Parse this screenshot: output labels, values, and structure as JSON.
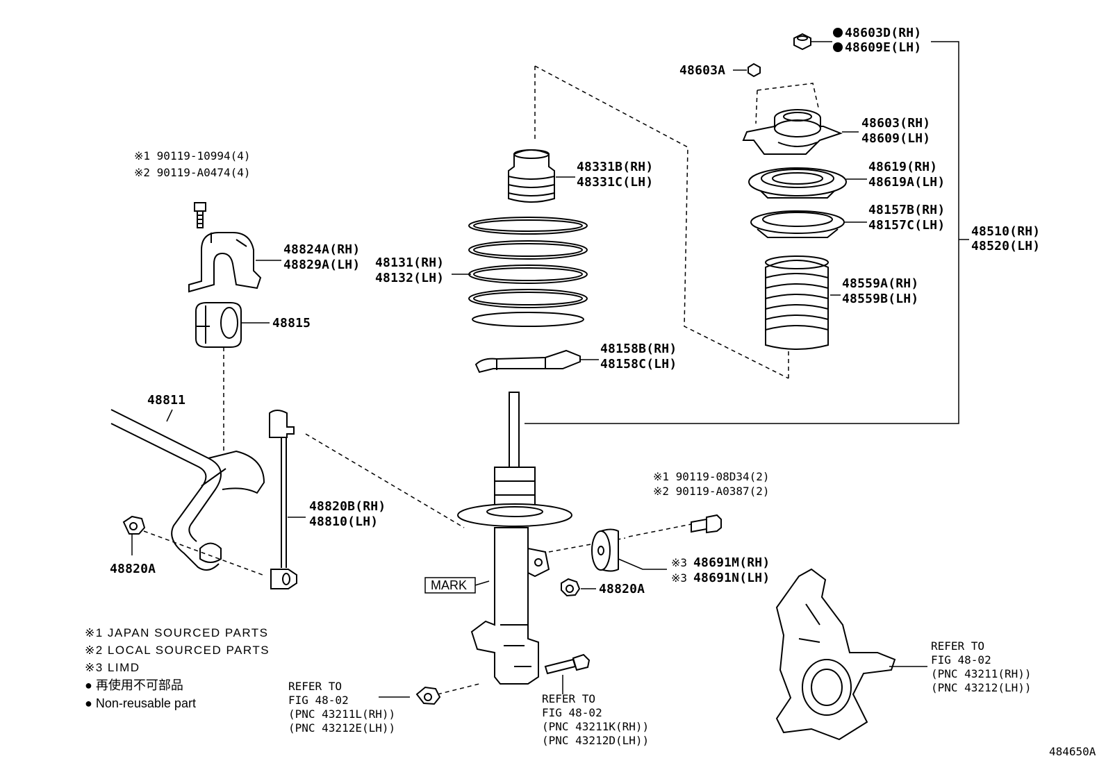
{
  "diagram_id": "484650A",
  "labels": {
    "bolt_mount_1": "※1 90119-10994(4)",
    "bolt_mount_2": "※2 90119-A0474(4)",
    "bracket_rh": "48824A(RH)",
    "bracket_lh": "48829A(LH)",
    "bushing": "48815",
    "stabilizer_bar": "48811",
    "nut_left": "48820A",
    "link_rh": "48820B(RH)",
    "link_lh": "48810(LH)",
    "bumper_rh": "48331B(RH)",
    "bumper_lh": "48331C(LH)",
    "spring_rh": "48131(RH)",
    "spring_lh": "48132(LH)",
    "insulator_lower_rh": "48158B(RH)",
    "insulator_lower_lh": "48158C(LH)",
    "nut_top_rh": "48603D(RH)",
    "nut_top_lh": "48609E(LH)",
    "nut_small": "48603A",
    "support_rh": "48603(RH)",
    "support_lh": "48609(LH)",
    "seat_rh": "48619(RH)",
    "seat_lh": "48619A(LH)",
    "insulator_upper_rh": "48157B(RH)",
    "insulator_upper_lh": "48157C(LH)",
    "boot_rh": "48559A(RH)",
    "boot_lh": "48559B(LH)",
    "absorber_rh": "48510(RH)",
    "absorber_lh": "48520(LH)",
    "bolt_right_1": "※1 90119-08D34(2)",
    "bolt_right_2": "※2 90119-A0387(2)",
    "damper_rh": "48691M(RH)",
    "damper_lh": "48691N(LH)",
    "damper_prefix": "※3",
    "nut_center": "48820A",
    "mark": "MARK"
  },
  "notes": {
    "n1": "※1 JAPAN SOURCED PARTS",
    "n2": "※2 LOCAL SOURCED PARTS",
    "n3": "※3 LIMD",
    "n4": "● 再使用不可部品",
    "n5": "● Non-reusable part"
  },
  "refs": {
    "ref1": [
      "REFER TO",
      "FIG 48-02",
      "(PNC 43211L(RH))",
      "(PNC 43212E(LH))"
    ],
    "ref2": [
      "REFER TO",
      "FIG 48-02",
      "(PNC 43211K(RH))",
      "(PNC 43212D(LH))"
    ],
    "ref3": [
      "REFER TO",
      "FIG 48-02",
      "(PNC 43211(RH))",
      "(PNC 43212(LH))"
    ]
  },
  "icons": [
    "nut-icon",
    "bolt-icon",
    "coil-spring-icon",
    "strut-icon",
    "knuckle-icon",
    "bullet-icon"
  ]
}
